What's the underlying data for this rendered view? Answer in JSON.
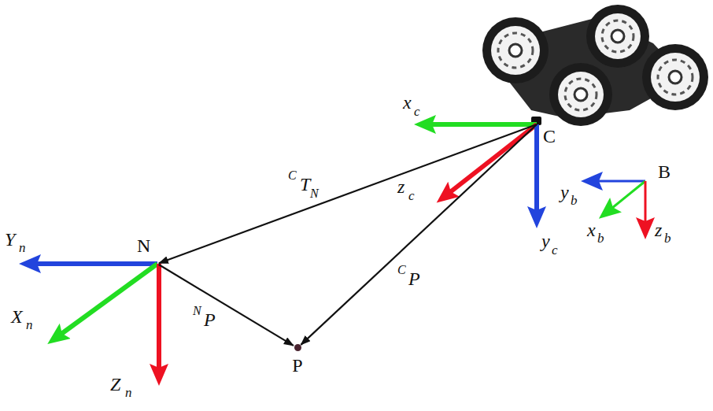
{
  "diagram": {
    "nodes": [
      {
        "text": [
          "C"
        ]
      },
      {
        "text": [
          "N"
        ]
      },
      {
        "text": [
          "P"
        ]
      }
    ],
    "edges": [
      {
        "from": 0,
        "to": 1,
        "arrow": "to",
        "label": "T"
      },
      {
        "from": 0,
        "to": 2,
        "arrow": "to",
        "label": "P"
      },
      {
        "from": 1,
        "to": 2,
        "arrow": "to",
        "label": "P"
      }
    ],
    "labels": [
      "x",
      "c",
      "z",
      "c",
      "y",
      "c",
      "y",
      "b",
      "x",
      "b",
      "z",
      "b",
      "B",
      "Y",
      "n",
      "X",
      "n",
      "Z",
      "n",
      "C",
      "N",
      "C",
      "N"
    ]
  }
}
